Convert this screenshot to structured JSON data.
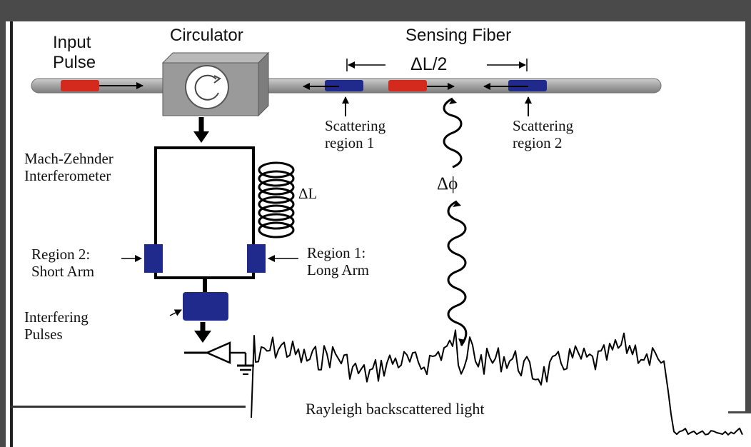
{
  "labels": {
    "input_pulse_l1": "Input",
    "input_pulse_l2": "Pulse",
    "circulator": "Circulator",
    "sensing_fiber": "Sensing Fiber",
    "delta_l_half": "ΔL/2",
    "scattering1_l1": "Scattering",
    "scattering1_l2": "region 1",
    "scattering2_l1": "Scattering",
    "scattering2_l2": "region 2",
    "mzi_l1": "Mach-Zehnder",
    "mzi_l2": "Interferometer",
    "delta_l": "ΔL",
    "delta_phi": "Δϕ",
    "region2_l1": "Region 2:",
    "region2_l2": "Short Arm",
    "region1_l1": "Region 1:",
    "region1_l2": "Long Arm",
    "interfering_l1": "Interfering",
    "interfering_l2": "Pulses",
    "rayleigh": "Rayleigh backscattered light"
  },
  "colors": {
    "frame": "#4a4a4a",
    "fiber": "#a9a9a9",
    "pulse_red": "#d42a1e",
    "region_blue": "#1f2a8c",
    "circulator": "#9a9a9a",
    "line": "#000000"
  }
}
